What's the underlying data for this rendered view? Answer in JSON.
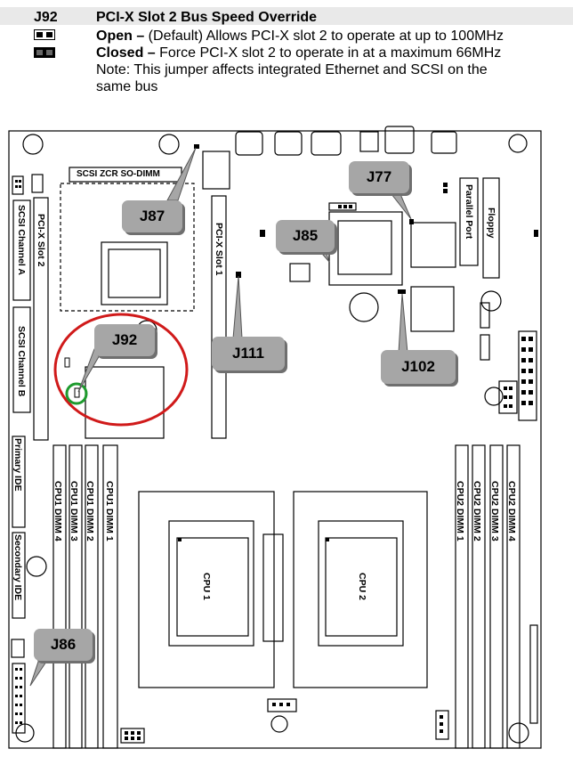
{
  "jumper": {
    "id": "J92",
    "title": "PCI-X Slot 2  Bus Speed Override",
    "open_label": "Open –",
    "open_text": " (Default) Allows PCI-X slot 2 to operate at up to 100MHz",
    "closed_label": "Closed –",
    "closed_text": " Force PCI-X slot 2 to operate in at a maximum 66MHz",
    "note_line1": "Note: This jumper affects integrated Ethernet and SCSI on the",
    "note_line2": "same bus"
  },
  "board": {
    "callouts": {
      "j77": "J77",
      "j87": "J87",
      "j85": "J85",
      "j92": "J92",
      "j111": "J111",
      "j102": "J102",
      "j86": "J86"
    },
    "labels": {
      "scsi_zcr": "SCSI ZCR SO-DIMM",
      "scsi_a": "SCSI Channel A",
      "scsi_b": "SCSI Channel B",
      "pcix_slot2": "PCI-X Slot 2",
      "pcix_slot1": "PCI-X Slot 1",
      "parallel_port": "Parallel Port",
      "floppy": "Floppy",
      "primary_ide": "Primary IDE",
      "secondary_ide": "Secondary IDE",
      "cpu1_dimm4": "CPU1 DIMM 4",
      "cpu1_dimm3": "CPU1 DIMM 3",
      "cpu1_dimm2": "CPU1 DIMM 2",
      "cpu1_dimm1": "CPU1 DIMM 1",
      "cpu2_dimm1": "CPU2 DIMM 1",
      "cpu2_dimm2": "CPU2 DIMM 2",
      "cpu2_dimm3": "CPU2 DIMM 3",
      "cpu2_dimm4": "CPU2 DIMM 4",
      "cpu1": "CPU 1",
      "cpu2": "CPU 2"
    },
    "highlight_colors": {
      "red_circle": "#d01a1a",
      "green_circle": "#1e9b2e",
      "callout_fill": "#a6a6a6"
    }
  }
}
